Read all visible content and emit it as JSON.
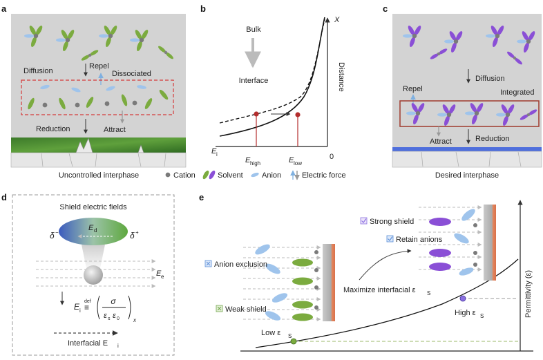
{
  "panels": {
    "a": {
      "letter": "a",
      "diffusion": "Diffusion",
      "repel": "Repel",
      "dissociated": "Dissociated",
      "reduction": "Reduction",
      "attract": "Attract",
      "caption": "Uncontrolled interphase"
    },
    "b": {
      "letter": "b",
      "bulk": "Bulk",
      "interface": "Interface",
      "distance": "Distance",
      "x_axis_var": "X",
      "e_axis_var": "E",
      "e_axis_sub": "i",
      "e_high": "E",
      "e_high_sub": "high",
      "e_low": "E",
      "e_low_sub": "low",
      "origin": "0"
    },
    "c": {
      "letter": "c",
      "diffusion": "Diffusion",
      "repel": "Repel",
      "integrated": "Integrated",
      "attract": "Attract",
      "reduction": "Reduction",
      "caption": "Desired interphase"
    },
    "legend": {
      "cation": "Cation",
      "solvent": "Solvent",
      "anion": "Anion",
      "electric_force": "Electric force"
    },
    "d": {
      "letter": "d",
      "title": "Shield electric fields",
      "ed": "E",
      "ed_sub": "d",
      "delta": "δ",
      "minus": "−",
      "plus": "+",
      "ee": "E",
      "ee_sub": "e",
      "equation_lhs": "E",
      "equation_lhs_sub": "i",
      "def": "def",
      "sigma": "σ",
      "denominator": "ε",
      "denominator_sub1": "s",
      "denominator_mid": "ε",
      "denominator_sub2": "0",
      "x_sub": "x",
      "interfacial": "Interfacial E",
      "interfacial_sub": "i"
    },
    "e": {
      "letter": "e",
      "strong_shield": "Strong shield",
      "retain_anions": "Retain anions",
      "anion_exclusion": "Anion exclusion",
      "weak_shield": "Weak shield",
      "maximize": "Maximize interfacial ε",
      "maximize_sub": "S",
      "high": "High ε",
      "high_sub": "S",
      "low": "Low ε",
      "low_sub": "S",
      "permittivity": "Permittivity (ε)"
    }
  },
  "colors": {
    "panel_bg": "#d3d3d3",
    "solvent_green": "#7bab3f",
    "solvent_purple": "#8a4fd6",
    "anion_blue": "#9fc4ec",
    "cation_gray": "#808080",
    "red_dash": "#d43b3b",
    "substrate_blue": "#4f6fdc",
    "curve_red_dot": "#b32d2d"
  }
}
